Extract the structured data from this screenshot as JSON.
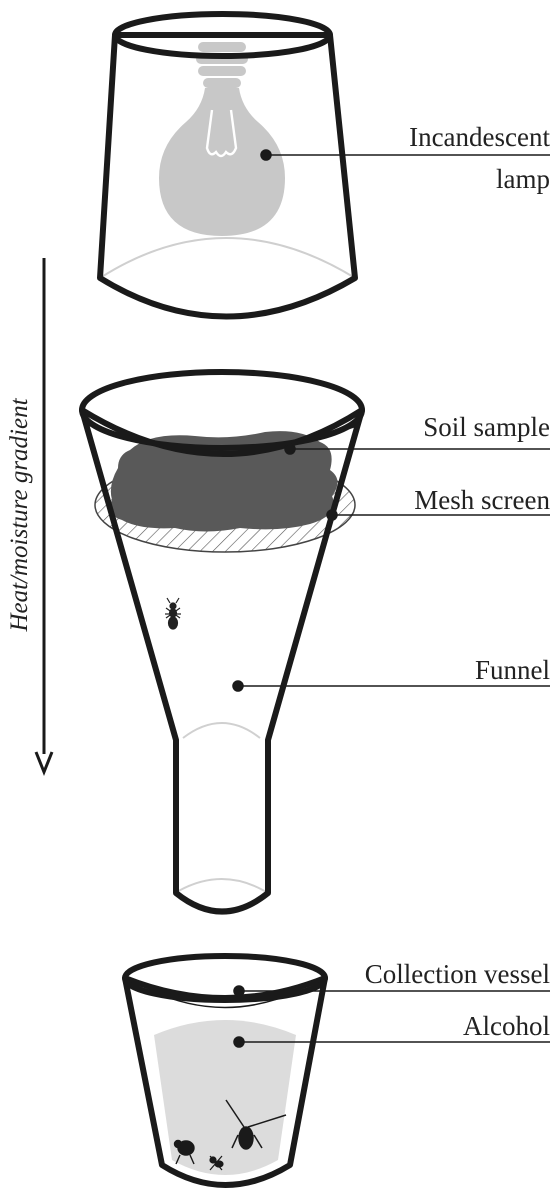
{
  "gradient_label": "Heat/moisture gradient",
  "labels": {
    "lamp_line1": "Incandescent",
    "lamp_line2": "lamp",
    "soil": "Soil sample",
    "mesh": "Mesh screen",
    "funnel": "Funnel",
    "vessel": "Collection vessel",
    "alcohol": "Alcohol"
  },
  "colors": {
    "outline": "#1a1a1a",
    "bulb": "#c8c8c8",
    "soil": "#595959",
    "alcohol": "#dcdcdc",
    "text": "#222222"
  }
}
